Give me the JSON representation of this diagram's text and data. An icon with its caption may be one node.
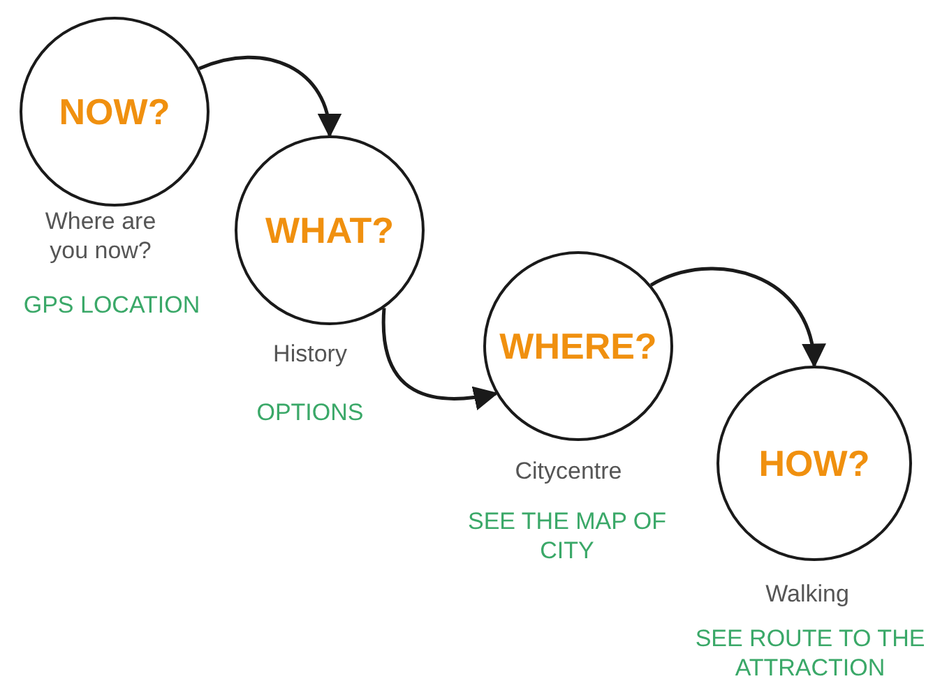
{
  "diagram": {
    "nodes": [
      {
        "text": [
          "NOW?"
        ],
        "beside": [
          "Where are you now?",
          "GPS LOCATION"
        ]
      },
      {
        "text": [
          "WHAT?"
        ],
        "beside": [
          "History",
          "OPTIONS"
        ]
      },
      {
        "text": [
          "WHERE?"
        ],
        "beside": [
          "Citycentre",
          "SEE THE MAP OF CITY"
        ]
      },
      {
        "text": [
          "HOW?"
        ],
        "beside": [
          "Walking",
          "SEE ROUTE TO THE ATTRACTION"
        ]
      }
    ],
    "edges": [
      {
        "from": 0,
        "to": 1,
        "arrow": "to"
      },
      {
        "from": 1,
        "to": 2,
        "arrow": "to"
      },
      {
        "from": 2,
        "to": 3,
        "arrow": "to"
      }
    ]
  }
}
